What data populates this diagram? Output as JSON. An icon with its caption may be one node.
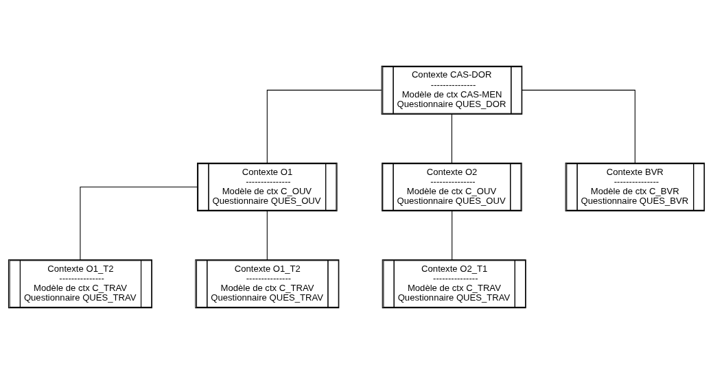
{
  "diagram": {
    "nodes": [
      {
        "text": [
          "Contexte CAS-DOR",
          "---------------",
          "Modèle de ctx CAS-MEN",
          "Questionnaire QUES_DOR"
        ]
      },
      {
        "text": [
          "Contexte O1",
          "---------------",
          "Modèle de ctx C_OUV",
          "Questionnaire QUES_OUV"
        ]
      },
      {
        "text": [
          "Contexte O2",
          "---------------",
          "Modèle de ctx C_OUV",
          "Questionnaire QUES_OUV"
        ]
      },
      {
        "text": [
          "Contexte BVR",
          "---------------",
          "Modèle de ctx C_BVR",
          "Questionnaire QUES_BVR"
        ]
      },
      {
        "text": [
          "Contexte O1_T2",
          "---------------",
          "Modèle de ctx C_TRAV",
          "Questionnaire QUES_TRAV"
        ]
      },
      {
        "text": [
          "Contexte O1_T2",
          "---------------",
          "Modèle de ctx C_TRAV",
          "Questionnaire QUES_TRAV"
        ]
      },
      {
        "text": [
          "Contexte O2_T1",
          "---------------",
          "Modèle de ctx C_TRAV",
          "Questionnaire QUES_TRAV"
        ]
      }
    ],
    "edges": [
      {
        "from": 0,
        "to": 1,
        "arrow": "none"
      },
      {
        "from": 0,
        "to": 2,
        "arrow": "none"
      },
      {
        "from": 0,
        "to": 3,
        "arrow": "none"
      },
      {
        "from": 1,
        "to": 4,
        "arrow": "none"
      },
      {
        "from": 1,
        "to": 5,
        "arrow": "none"
      },
      {
        "from": 2,
        "to": 6,
        "arrow": "none"
      }
    ]
  }
}
